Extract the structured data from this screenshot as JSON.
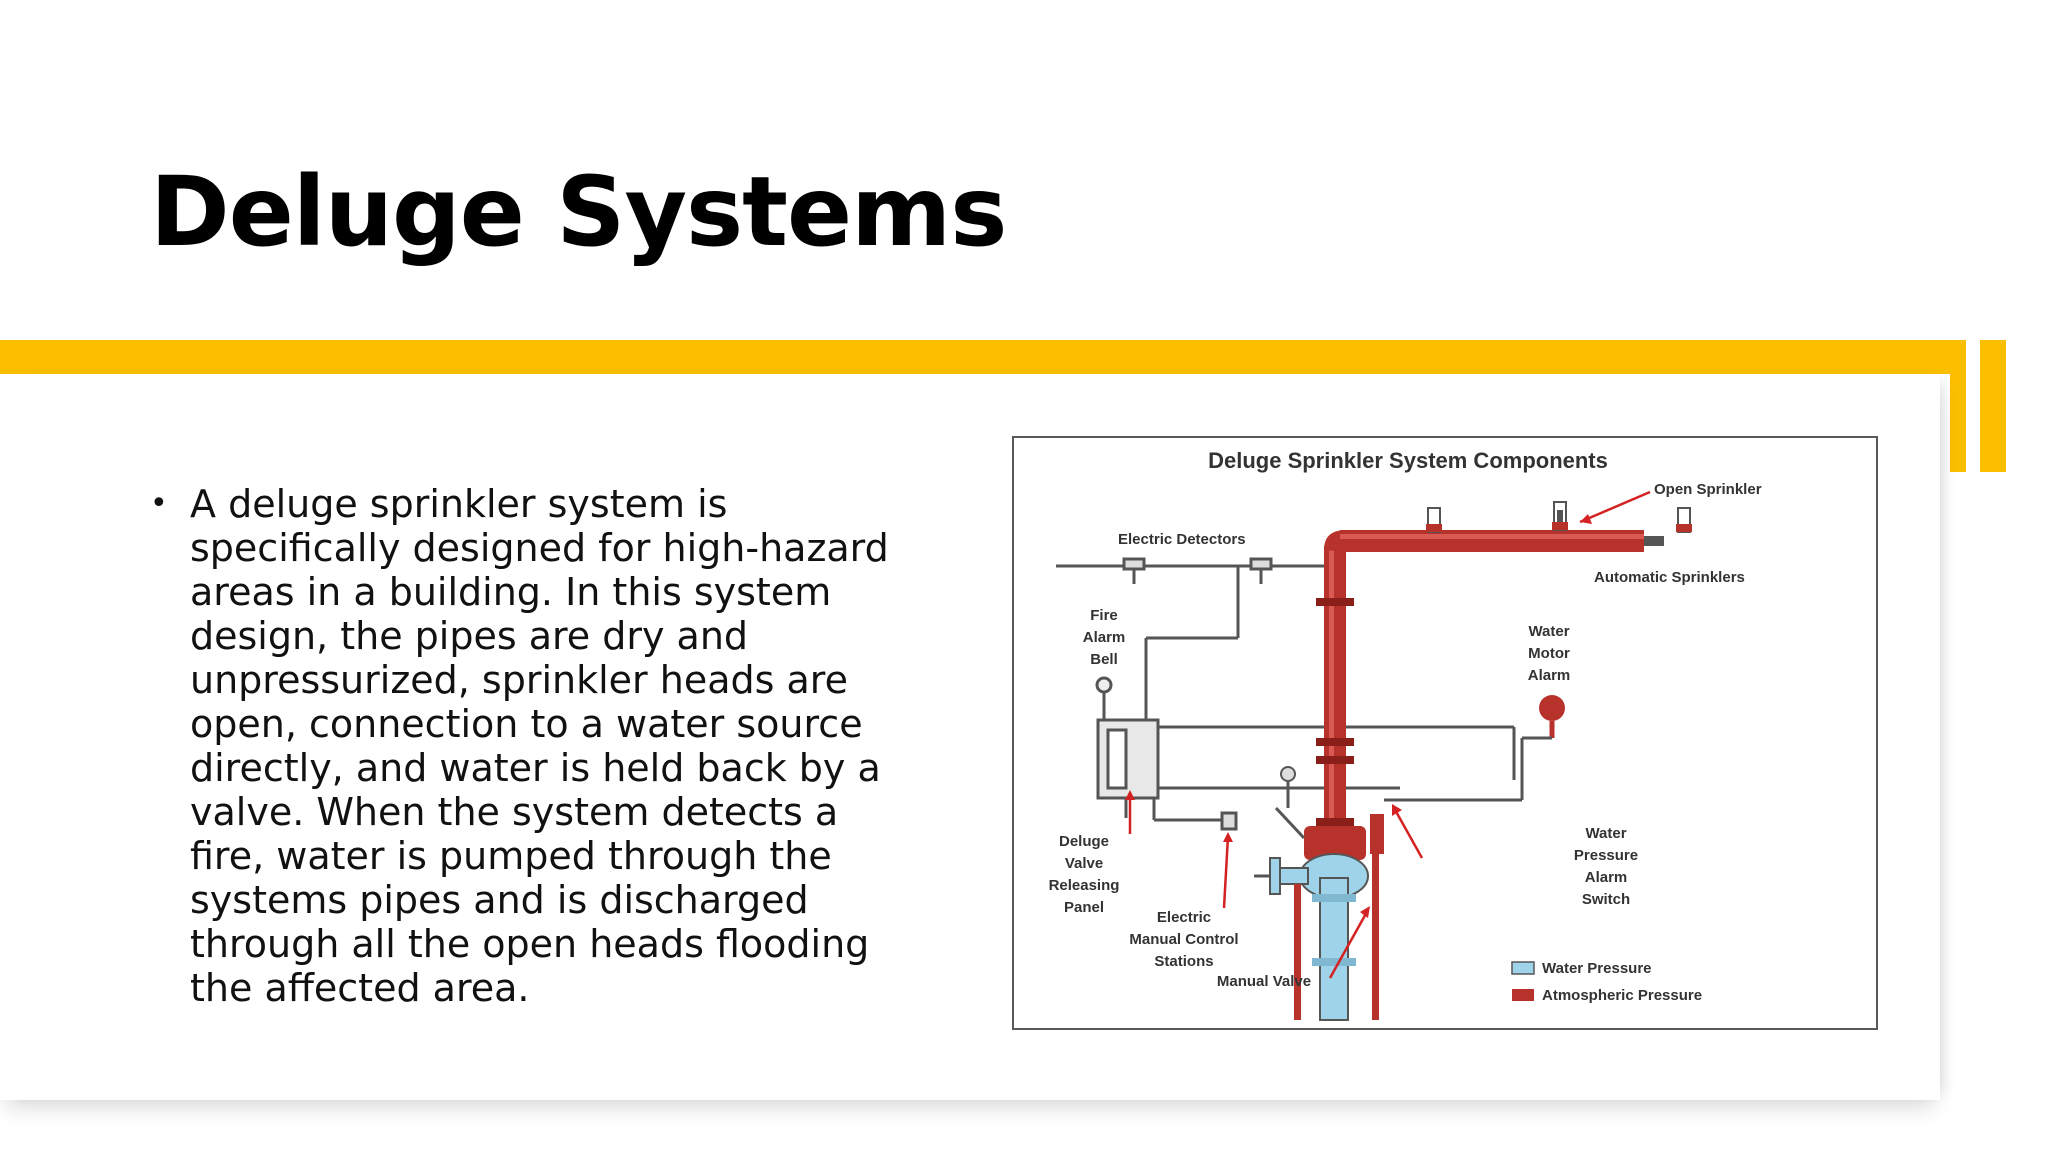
{
  "slide": {
    "title": "Deluge Systems",
    "bullets": [
      "A deluge sprinkler system is specifically designed for high-hazard areas in a building. In this system design, the pipes are dry and unpressurized, sprinkler heads are open, connection to a water source directly, and water is held back by a valve. When the system detects a fire, water is pumped through the systems pipes and is discharged through all the open heads flooding the affected area."
    ]
  },
  "diagram": {
    "title": "Deluge Sprinkler System Components",
    "labels": {
      "open_sprinkler": "Open Sprinkler",
      "electric_detectors": "Electric Detectors",
      "automatic_sprinklers": "Automatic Sprinklers",
      "fire_alarm_bell": [
        "Fire",
        "Alarm",
        "Bell"
      ],
      "water_motor_alarm": [
        "Water",
        "Motor",
        "Alarm"
      ],
      "deluge_valve_panel": [
        "Deluge",
        "Valve",
        "Releasing",
        "Panel"
      ],
      "electric_manual_control": [
        "Electric",
        "Manual Control",
        "Stations"
      ],
      "manual_valve": "Manual Valve",
      "water_pressure_alarm_switch": [
        "Water",
        "Pressure",
        "Alarm",
        "Switch"
      ]
    },
    "legend": {
      "water_pressure": "Water Pressure",
      "atmospheric_pressure": "Atmospheric Pressure"
    }
  },
  "colors": {
    "accent": "#fbbf00",
    "pipe_red": "#b8322c",
    "water_blue": "#9fd3ea"
  }
}
